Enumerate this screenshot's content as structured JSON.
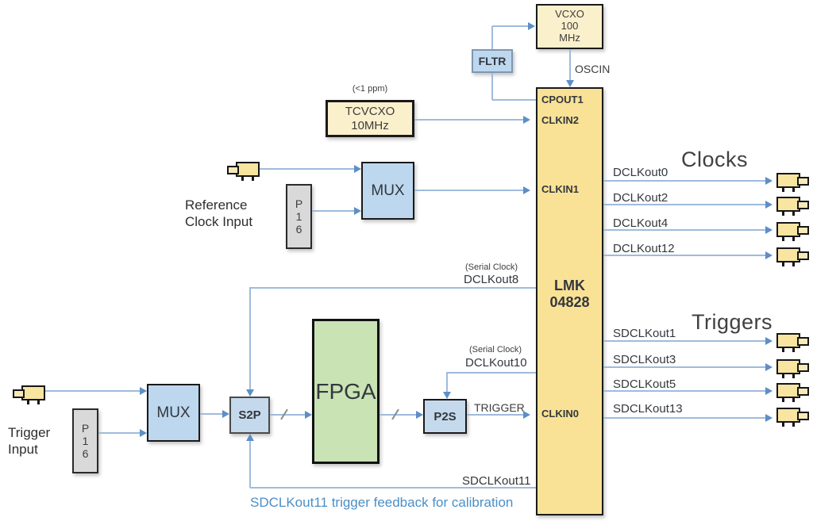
{
  "diagram": {
    "headings": {
      "clocks": "Clocks",
      "triggers": "Triggers"
    },
    "blocks": {
      "vcxo": {
        "lines": [
          "VCXO",
          "100",
          "MHz"
        ]
      },
      "fltr": {
        "label": "FLTR"
      },
      "tcvcxo": {
        "note": "(<1 ppm)",
        "lines": [
          "TCVCXO",
          "10MHz"
        ]
      },
      "lmk": {
        "lines": [
          "LMK",
          "04828"
        ]
      },
      "mux": {
        "label": "MUX"
      },
      "p16": {
        "lines": [
          "P",
          "1",
          "6"
        ]
      },
      "s2p": {
        "label": "S2P"
      },
      "p2s": {
        "label": "P2S"
      },
      "fpga": {
        "label": "FPGA"
      }
    },
    "ports": {
      "oscin": "OSCIN",
      "cpout1": "CPOUT1",
      "clkin2": "CLKIN2",
      "clkin1": "CLKIN1",
      "clkin0": "CLKIN0",
      "trigger": "TRIGGER"
    },
    "inputs": {
      "reference": {
        "lines": [
          "Reference",
          "Clock Input"
        ]
      },
      "trigger": {
        "lines": [
          "Trigger",
          "Input"
        ]
      }
    },
    "clock_outputs": [
      "DCLKout0",
      "DCLKout2",
      "DCLKout4",
      "DCLKout12"
    ],
    "trigger_outputs": [
      "SDCLKout1",
      "SDCLKout3",
      "SDCLKout5",
      "SDCLKout13"
    ],
    "serial_clock_8": {
      "note": "(Serial Clock)",
      "label": "DCLKout8"
    },
    "serial_clock_10": {
      "note": "(Serial Clock)",
      "label": "DCLKout10"
    },
    "feedback_label": "SDCLKout11",
    "caption": "SDCLKout11 trigger feedback for calibration"
  },
  "colors": {
    "line_blue": "#9FBBDC",
    "arrow_blue": "#5d8fc6",
    "block_blue": "#BDD7EE",
    "chip_yellow": "#F9E296",
    "osc_cream": "#FBF0CC",
    "fpga_green": "#C9E3B4",
    "p16_gray": "#D9D9D9",
    "connector_yellow": "#F7E5A0",
    "caption_blue": "#4a8fc7",
    "text_dark": "#3d3d3d"
  }
}
